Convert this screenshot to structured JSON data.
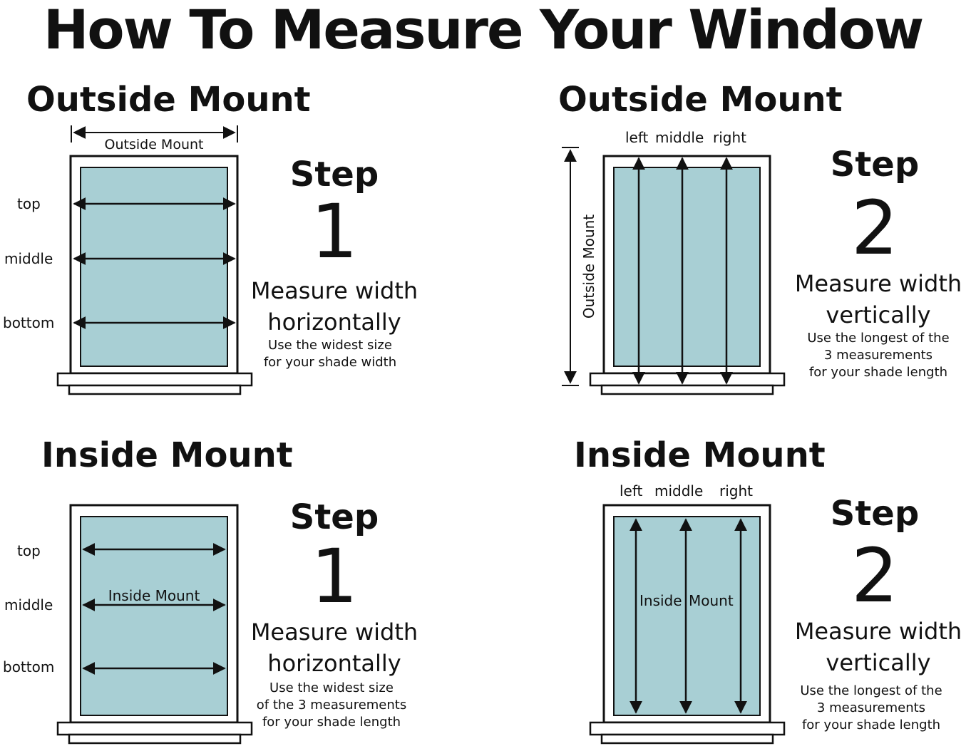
{
  "title": "How To Measure Your Window",
  "colors": {
    "glass": "#a8cfd4",
    "frame": "#ffffff",
    "stroke": "#111111"
  },
  "panels": [
    {
      "heading": "Outside Mount",
      "step_word": "Step",
      "step_number": "1",
      "measure_line1": "Measure width",
      "measure_line2": "horizontally",
      "note": [
        "Use the widest size",
        "for your shade width"
      ],
      "dimension_label": "Outside Mount",
      "row_labels": [
        "top",
        "middle",
        "bottom"
      ]
    },
    {
      "heading": "Outside Mount",
      "step_word": "Step",
      "step_number": "2",
      "measure_line1": "Measure width",
      "measure_line2": "vertically",
      "note": [
        "Use the longest of the",
        "3 measurements",
        "for your shade length"
      ],
      "dimension_label": "Outside Mount",
      "column_labels": [
        "left",
        "middle",
        "right"
      ]
    },
    {
      "heading": "Inside Mount",
      "step_word": "Step",
      "step_number": "1",
      "measure_line1": "Measure width",
      "measure_line2": "horizontally",
      "note": [
        "Use the widest size",
        "of the 3 measurements",
        "for your shade length"
      ],
      "dimension_label": "Inside Mount",
      "row_labels": [
        "top",
        "middle",
        "bottom"
      ]
    },
    {
      "heading": "Inside Mount",
      "step_word": "Step",
      "step_number": "2",
      "measure_line1": "Measure width",
      "measure_line2": "vertically",
      "note": [
        "Use the longest of the",
        "3 measurements",
        "for your shade length"
      ],
      "dimension_label_parts": [
        "Inside",
        "Mount"
      ],
      "column_labels": [
        "left",
        "middle",
        "right"
      ]
    }
  ]
}
